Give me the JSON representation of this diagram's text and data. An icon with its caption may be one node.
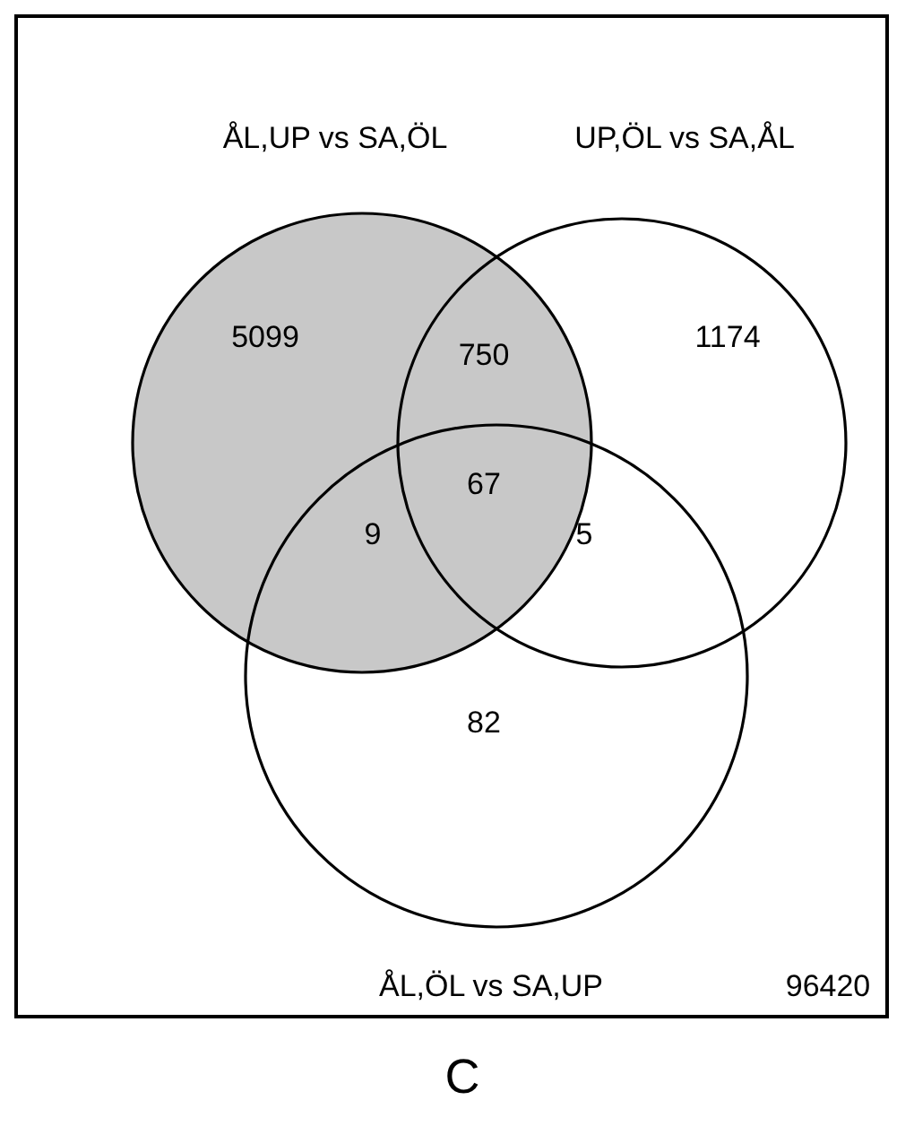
{
  "diagram": {
    "nodes": [
      {
        "text": [
          "96420"
        ]
      },
      {
        "text": [
          "ÅL,UP vs SA,ÖL"
        ],
        "in": 0
      },
      {
        "text": [
          "UP,ÖL vs SA,ÅL"
        ],
        "in": 0
      },
      {
        "text": [
          "ÅL,ÖL vs SA,UP"
        ],
        "in": 0
      }
    ],
    "edges": [],
    "labels": [
      "5099",
      "750",
      "1174",
      "67",
      "9",
      "5",
      "82",
      "C"
    ]
  }
}
